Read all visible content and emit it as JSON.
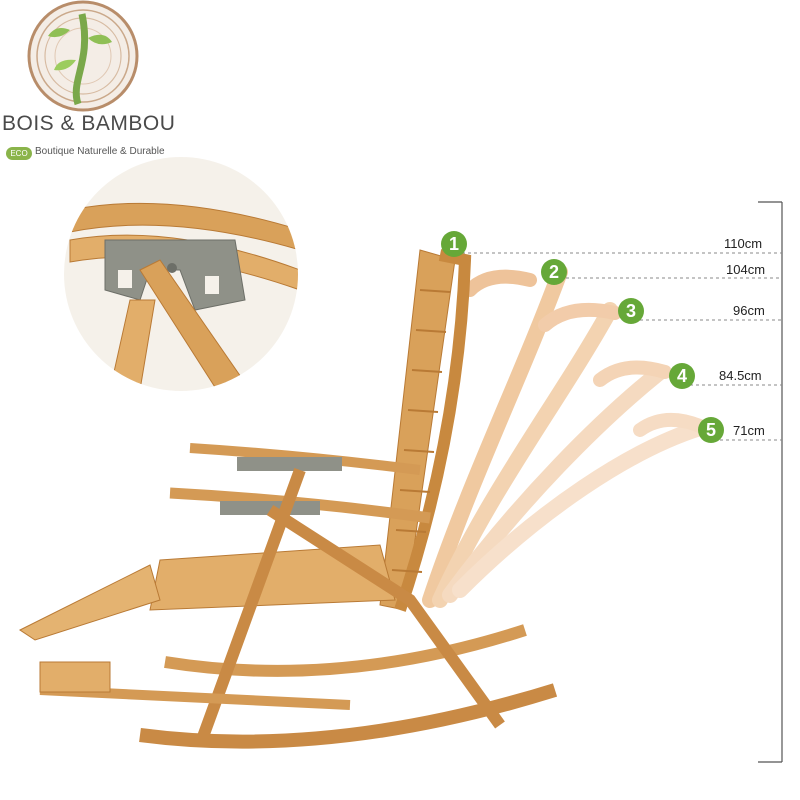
{
  "brand": {
    "name": "BOIS & BAMBOU",
    "eco_badge": "ECO",
    "tagline": "Boutique Naturelle & Durable",
    "logo_icon": "bamboo-logo-icon"
  },
  "positions": [
    {
      "number": "1",
      "height": "110cm"
    },
    {
      "number": "2",
      "height": "104cm"
    },
    {
      "number": "3",
      "height": "96cm"
    },
    {
      "number": "4",
      "height": "84.5cm"
    },
    {
      "number": "5",
      "height": "71cm"
    }
  ],
  "colors": {
    "badge_green": "#66a838",
    "bamboo": "#d9a15a",
    "bamboo_dark": "#b97a35",
    "ghost": "#f0c9a0",
    "metal": "#8f9188"
  }
}
